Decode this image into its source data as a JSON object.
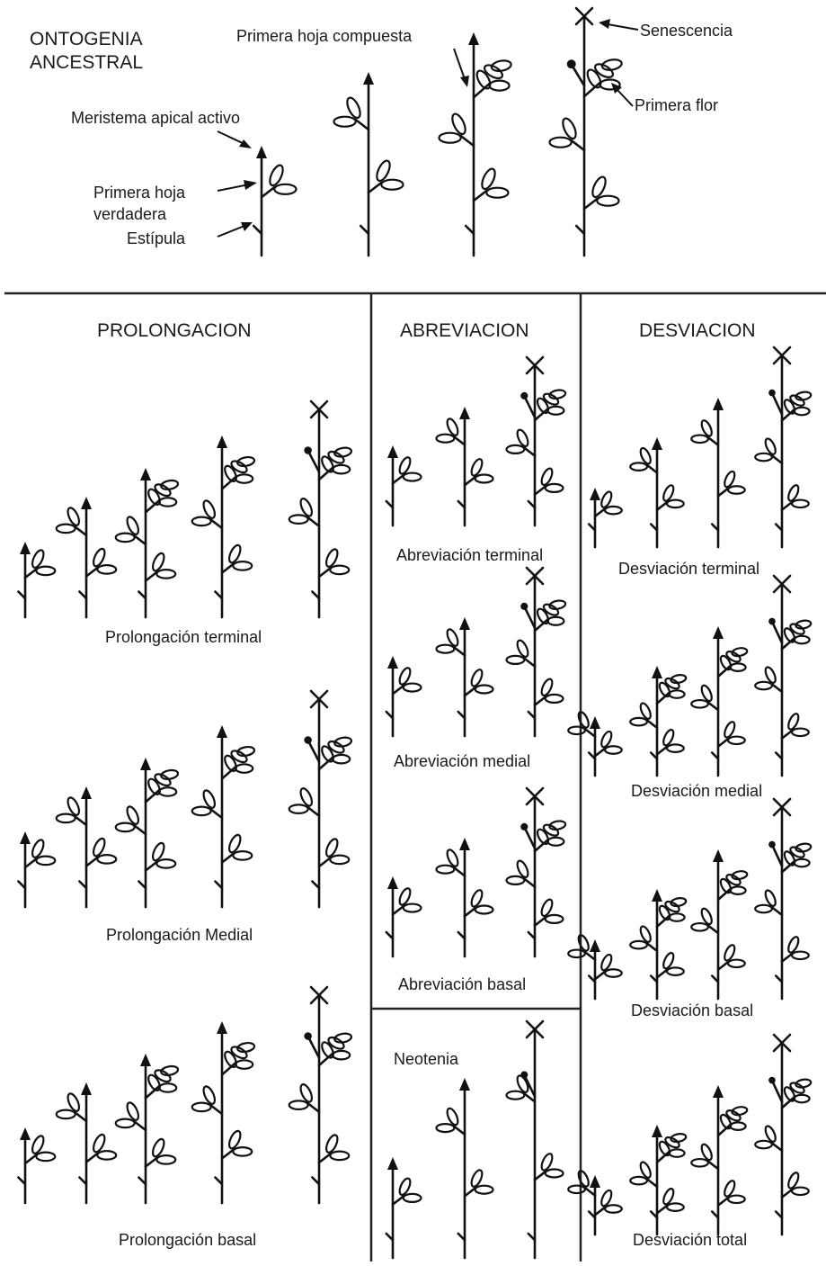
{
  "top": {
    "title_line1": "ONTOGENIA",
    "title_line2": "ANCESTRAL",
    "annotations": {
      "meristema": "Meristema apical activo",
      "primera_hoja_1": "Primera hoja",
      "primera_hoja_2": "verdadera",
      "estipula": "Estípula",
      "compuesta": "Primera hoja compuesta",
      "senescencia": "Senescencia",
      "primera_flor": "Primera flor"
    }
  },
  "panels": {
    "prolongacion": {
      "header": "PROLONGACION",
      "terminal": "Prolongación terminal",
      "medial": "Prolongación Medial",
      "basal": "Prolongación basal"
    },
    "abreviacion": {
      "header": "ABREVIACION",
      "terminal": "Abreviación terminal",
      "medial": "Abreviación medial",
      "basal": "Abreviación basal",
      "neotenia": "Neotenia"
    },
    "desviacion": {
      "header": "DESVIACION",
      "terminal": "Desviación terminal",
      "medial": "Desviación medial",
      "basal": "Desviación basal",
      "total": "Desviación total"
    }
  }
}
